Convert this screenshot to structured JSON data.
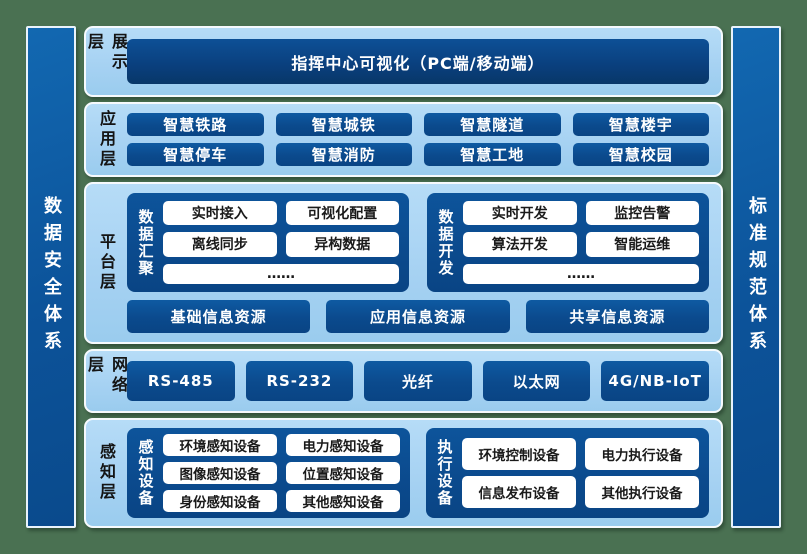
{
  "sidebar_left": {
    "label": "数据安全体系"
  },
  "sidebar_right": {
    "label": "标准规范体系"
  },
  "layers": {
    "presentation": {
      "label": "展示层",
      "main_button": "指挥中心可视化（PC端/移动端）"
    },
    "application": {
      "label": "应用层",
      "buttons": [
        "智慧铁路",
        "智慧城铁",
        "智慧隧道",
        "智慧楼宇",
        "智慧停车",
        "智慧消防",
        "智慧工地",
        "智慧校园"
      ]
    },
    "platform": {
      "label": "平台层",
      "data_aggregation": {
        "label": "数据汇聚",
        "items": [
          "实时接入",
          "可视化配置",
          "离线同步",
          "异构数据",
          "……"
        ]
      },
      "data_development": {
        "label": "数据开发",
        "items": [
          "实时开发",
          "监控告警",
          "算法开发",
          "智能运维",
          "……"
        ]
      },
      "resources": [
        "基础信息资源",
        "应用信息资源",
        "共享信息资源"
      ]
    },
    "network": {
      "label": "网络层",
      "buttons": [
        "RS-485",
        "RS-232",
        "光纤",
        "以太网",
        "4G/NB-IoT"
      ]
    },
    "perception": {
      "label": "感知层",
      "sensing_devices": {
        "label": "感知设备",
        "items": [
          "环境感知设备",
          "电力感知设备",
          "图像感知设备",
          "位置感知设备",
          "身份感知设备",
          "其他感知设备"
        ]
      },
      "execution_devices": {
        "label": "执行设备",
        "items": [
          "环境控制设备",
          "电力执行设备",
          "信息发布设备",
          "其他执行设备"
        ]
      }
    }
  },
  "colors": {
    "background_green": "#4a7152",
    "panel_light_blue": "#a5d1f2",
    "dark_blue": "#0b4a8d",
    "navy_dark": "#083768",
    "white": "#ffffff"
  }
}
